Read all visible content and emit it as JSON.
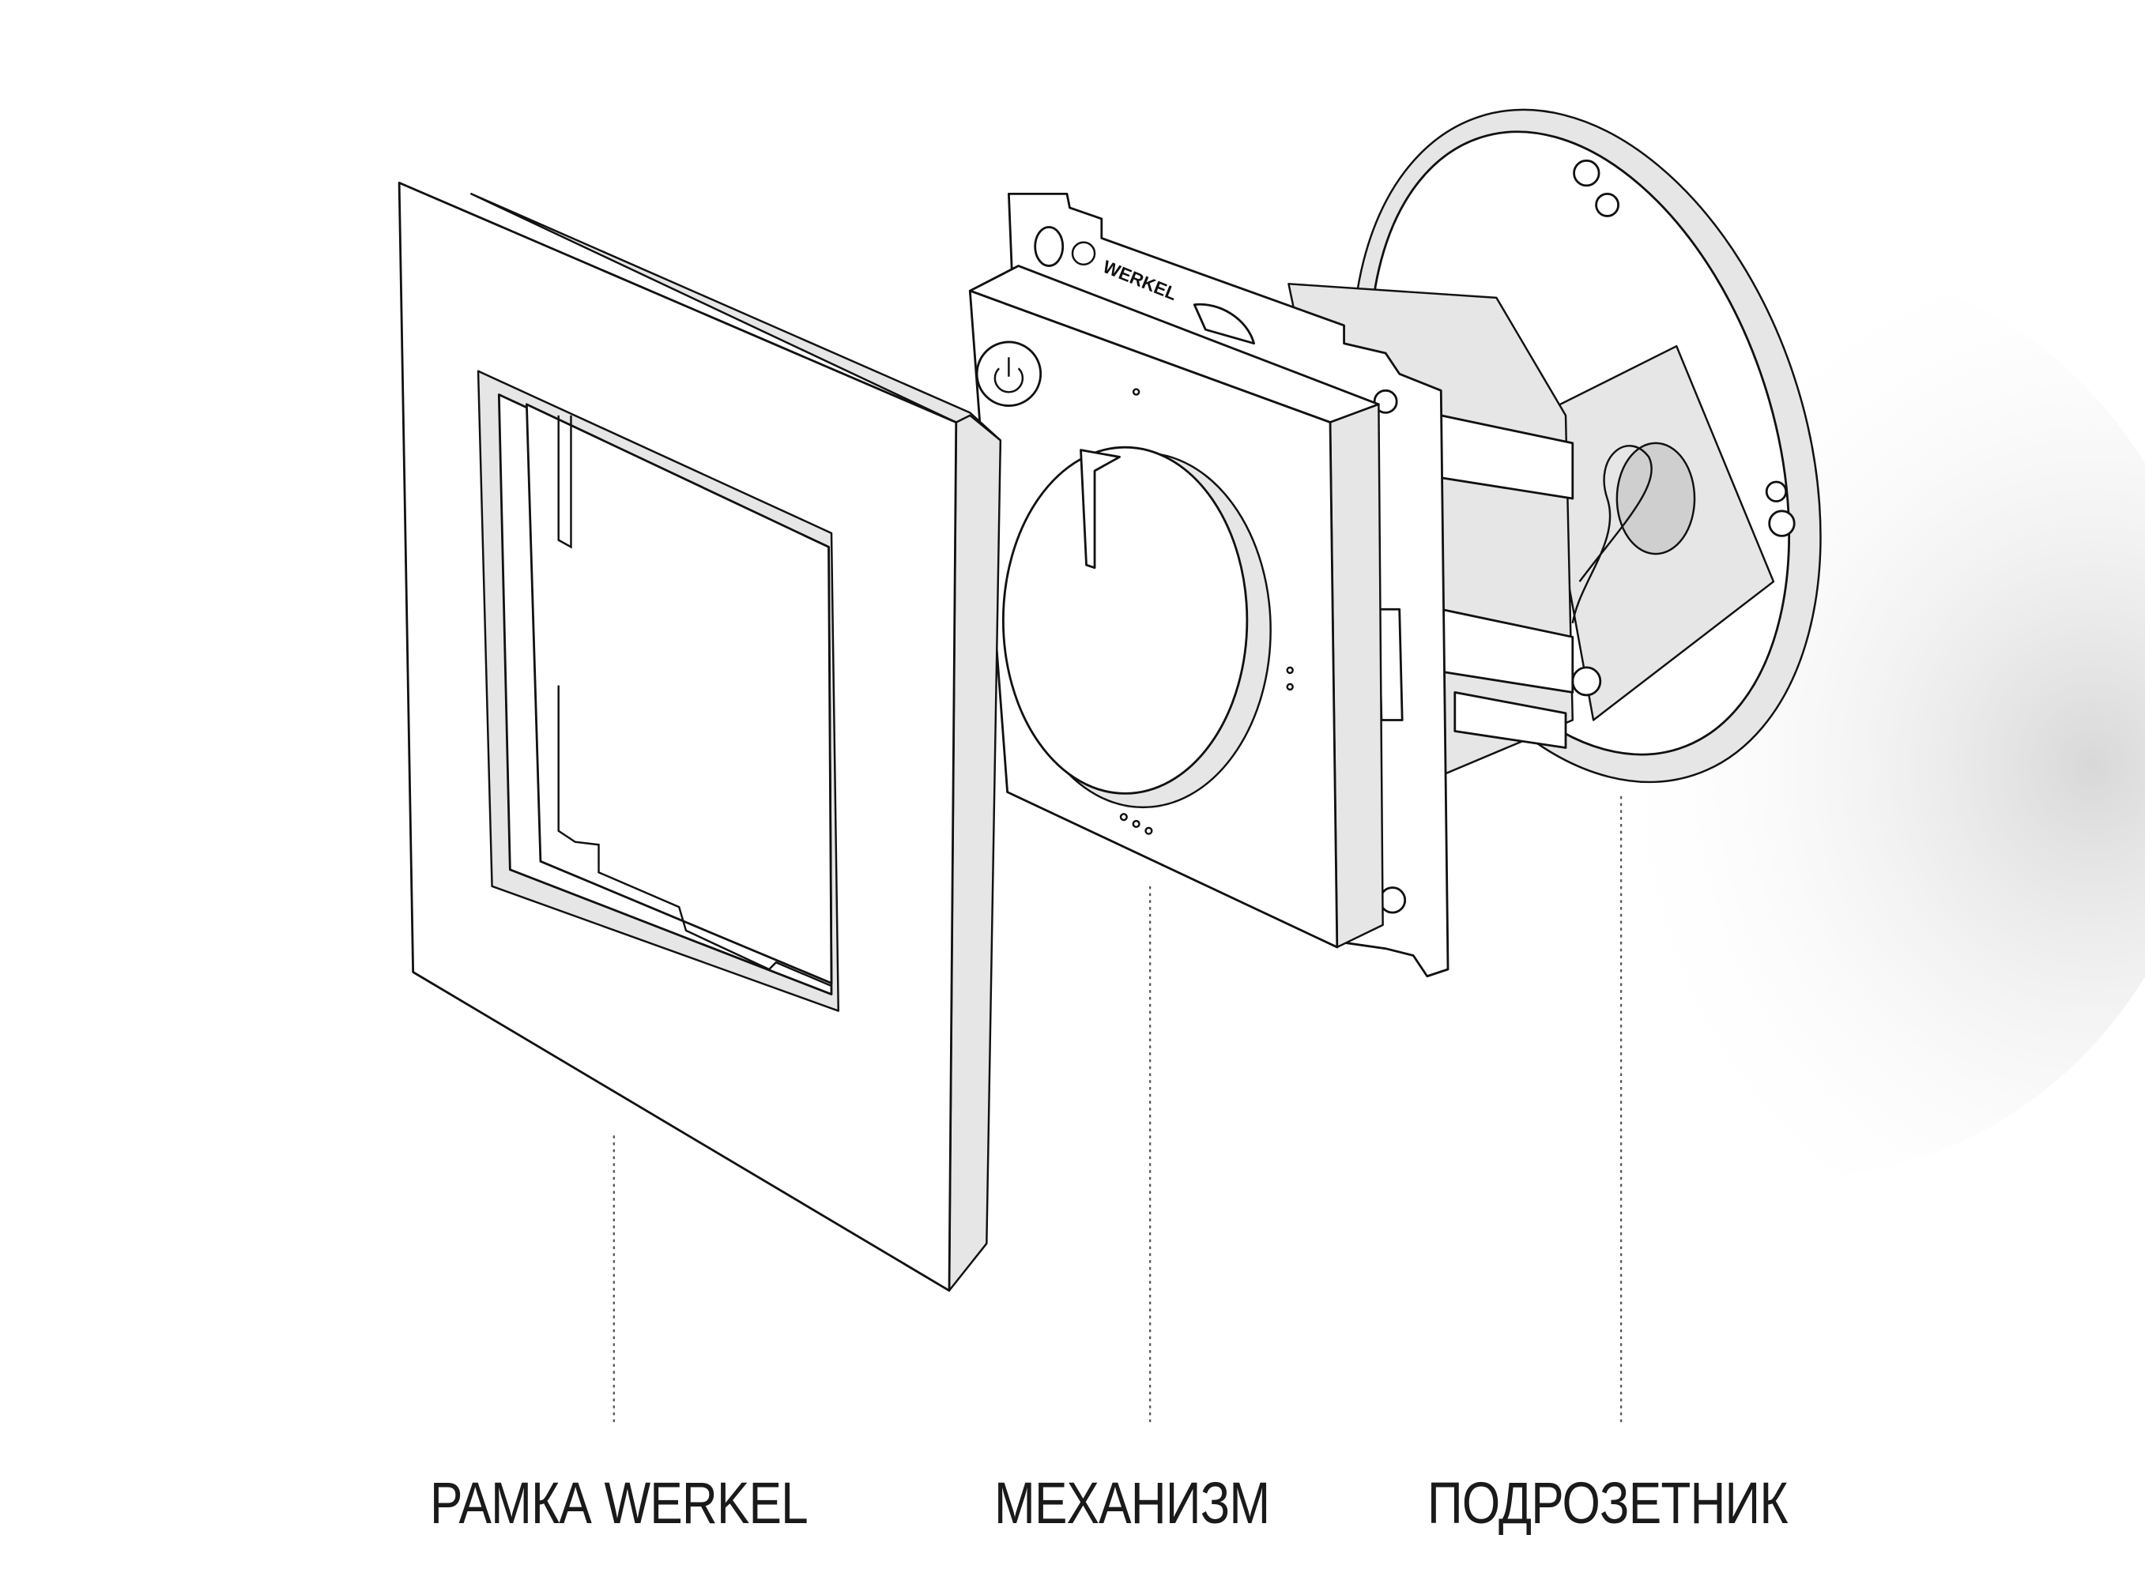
{
  "labels": {
    "frame": "РАМКА WERKEL",
    "mechanism": "МЕХАНИЗМ",
    "box": "ПОДРОЗЕТНИК"
  },
  "logo": {
    "brand": "WERKEL"
  }
}
